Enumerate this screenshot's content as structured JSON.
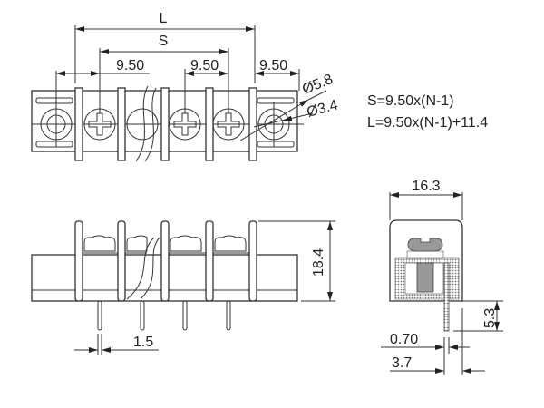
{
  "top_view": {
    "dim_L": "L",
    "dim_S": "S",
    "pitch_1": "9.50",
    "pitch_2": "9.50",
    "pitch_3": "9.50",
    "hole_outer": "Ø5.8",
    "hole_inner": "Ø3.4"
  },
  "formulas": {
    "s": "S=9.50x(N-1)",
    "l": "L=9.50x(N-1)+11.4"
  },
  "front_view": {
    "height": "18.4",
    "pin_width": "1.5"
  },
  "side_view": {
    "width": "16.3",
    "pin_length": "5.3",
    "pin_thickness": "0.70",
    "pin_offset": "3.7"
  }
}
